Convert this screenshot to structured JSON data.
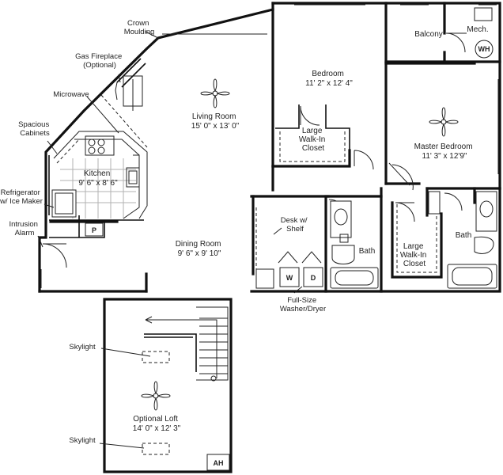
{
  "labels": {
    "crown_moulding": [
      "Crown",
      "Moulding"
    ],
    "gas_fireplace": [
      "Gas Fireplace",
      "(Optional)"
    ],
    "microwave": "Microwave",
    "spacious_cabinets": [
      "Spacious",
      "Cabinets"
    ],
    "refrigerator": [
      "Refrigerator",
      "w/ Ice Maker"
    ],
    "intrusion_alarm": [
      "Intrusion",
      "Alarm"
    ],
    "desk": [
      "Desk w/",
      "Shelf"
    ],
    "washer_dryer": [
      "Full-Size",
      "Washer/Dryer"
    ],
    "skylight_top": "Skylight",
    "skylight_bottom": "Skylight"
  },
  "rooms": {
    "kitchen": {
      "name": "Kitchen",
      "size": "9' 6\" x 8' 6\""
    },
    "living": {
      "name": "Living Room",
      "size": "15' 0\" x 13' 0\""
    },
    "bedroom": {
      "name": "Bedroom",
      "size": "11' 2\" x 12' 4\""
    },
    "closet1": {
      "name": [
        "Large",
        "Walk-In",
        "Closet"
      ]
    },
    "balcony": {
      "name": "Balcony"
    },
    "mech": {
      "name": "Mech."
    },
    "master": {
      "name": "Master Bedroom",
      "size": "11' 3\" x 12'9\""
    },
    "dining": {
      "name": "Dining Room",
      "size": "9' 6\" x 9' 10\""
    },
    "closet2": {
      "name": [
        "Large",
        "Walk-In",
        "Closet"
      ]
    },
    "bath1": {
      "name": "Bath"
    },
    "bath2": {
      "name": "Bath"
    },
    "loft": {
      "name": "Optional Loft",
      "size": "14' 0\" x 12' 3\""
    }
  },
  "tags": {
    "wh": "WH",
    "ah": "AH",
    "washer": "W",
    "dryer": "D",
    "pantry": "P"
  }
}
